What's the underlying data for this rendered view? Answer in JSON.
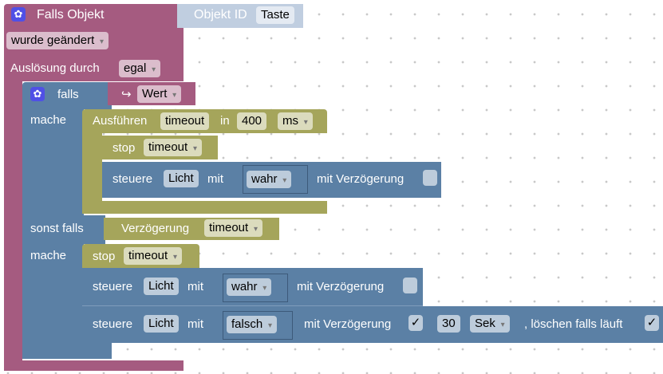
{
  "trigger": {
    "title": "Falls Objekt",
    "object_label": "Objekt ID",
    "object_value": "Taste",
    "event": "wurde geändert",
    "cause_label": "Auslösung durch",
    "cause_value": "egal"
  },
  "if_block": {
    "if_label": "falls",
    "condition_icon": "↪",
    "condition_value": "Wert",
    "do_label": "mache",
    "elseif_label": "sonst falls",
    "do2_label": "mache"
  },
  "timeout_block": {
    "label": "Ausführen",
    "name": "timeout",
    "in": "in",
    "value": "400",
    "unit": "ms"
  },
  "stop1": {
    "label": "stop",
    "name": "timeout"
  },
  "set1": {
    "label": "steuere",
    "device": "Licht",
    "with": "mit",
    "value": "wahr",
    "delay_label": "mit Verzögerung"
  },
  "elseif_cond": {
    "label": "Verzögerung",
    "name": "timeout"
  },
  "stop2": {
    "label": "stop",
    "name": "timeout"
  },
  "set2": {
    "label": "steuere",
    "device": "Licht",
    "with": "mit",
    "value": "wahr",
    "delay_label": "mit Verzögerung"
  },
  "set3": {
    "label": "steuere",
    "device": "Licht",
    "with": "mit",
    "value": "falsch",
    "delay_label": "mit Verzögerung",
    "delay_check": "✓",
    "delay_value": "30",
    "delay_unit": "Sek",
    "clear_label": ", löschen falls läuft",
    "clear_check": "✓"
  },
  "colors": {
    "trigger": "#a55b80",
    "logic": "#5b80a5",
    "timeout": "#a5a55b"
  }
}
